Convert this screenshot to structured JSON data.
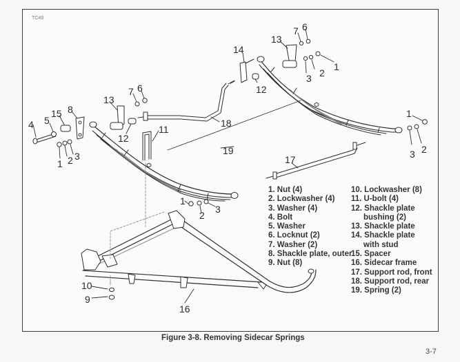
{
  "figure_id": "TC49",
  "caption": "Figure 3-8. Removing Sidecar Springs",
  "page_number": "3-7",
  "callouts": {
    "left_bolt_group": [
      "4",
      "5",
      "15",
      "8",
      "1",
      "2",
      "3"
    ],
    "left_shackle": [
      "13",
      "7",
      "6",
      "12",
      "11",
      "18"
    ],
    "top_shackle": [
      "14",
      "12",
      "13",
      "7",
      "6",
      "1",
      "2",
      "3"
    ],
    "right_end": [
      "1",
      "2",
      "3"
    ],
    "spring": "19",
    "support_front": "17",
    "lower_spring_end": [
      "1",
      "2",
      "3"
    ],
    "frame": [
      "10",
      "9",
      "16"
    ]
  },
  "legend": {
    "left": [
      {
        "text": "1. Nut (4)"
      },
      {
        "text": "2. Lockwasher (4)"
      },
      {
        "text": "3. Washer (4)"
      },
      {
        "text": "4. Bolt"
      },
      {
        "text": "5. Washer"
      },
      {
        "text": "6. Locknut (2)"
      },
      {
        "text": "7. Washer (2)"
      },
      {
        "text": "8. Shackle plate, outer"
      },
      {
        "text": "9. Nut (8)"
      }
    ],
    "right": [
      {
        "text": "10. Lockwasher (8)"
      },
      {
        "text": "11. U-bolt (4)"
      },
      {
        "text": "12. Shackle plate"
      },
      {
        "text": "bushing (2)",
        "continuation": true
      },
      {
        "text": "13. Shackle plate"
      },
      {
        "text": "14. Shackle plate"
      },
      {
        "text": "with stud",
        "continuation": true
      },
      {
        "text": "15. Spacer"
      },
      {
        "text": "16. Sidecar frame"
      },
      {
        "text": "17. Support rod, front"
      },
      {
        "text": "18. Support rod, rear"
      },
      {
        "text": "19. Spring (2)"
      }
    ]
  },
  "colors": {
    "ink": "#2a2a2a",
    "paper": "#f7f7f5"
  }
}
